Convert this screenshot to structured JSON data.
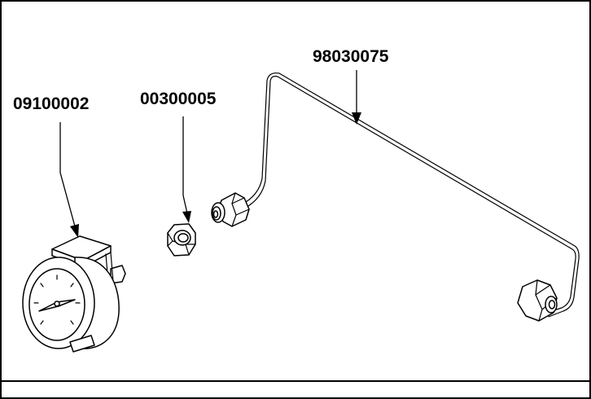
{
  "parts": [
    {
      "id": "pressure-gauge",
      "part_number": "09100002"
    },
    {
      "id": "lock-nut",
      "part_number": "00300005"
    },
    {
      "id": "tube-assembly",
      "part_number": "98030075"
    }
  ],
  "colors": {
    "line": "#000000",
    "background": "#ffffff"
  }
}
